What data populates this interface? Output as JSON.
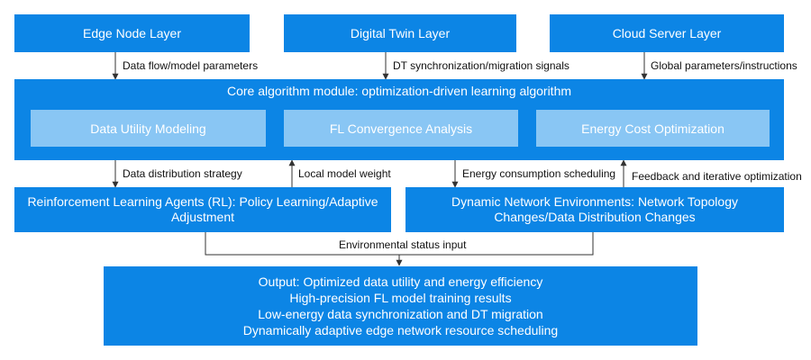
{
  "layers": {
    "edge": "Edge Node Layer",
    "twin": "Digital Twin Layer",
    "cloud": "Cloud Server Layer"
  },
  "top_arrows": {
    "edge": "Data flow/model parameters",
    "twin": "DT synchronization/migration signals",
    "cloud": "Global parameters/instructions"
  },
  "core": {
    "title": "Core algorithm module: optimization-driven learning algorithm",
    "modules": [
      "Data Utility Modeling",
      "FL Convergence Analysis",
      "Energy Cost Optimization"
    ]
  },
  "mid_arrows": {
    "strategy": "Data distribution strategy",
    "weight": "Local model weight",
    "energy": "Energy consumption scheduling",
    "feedback": "Feedback and iterative optimization"
  },
  "rl_box": [
    "Reinforcement Learning Agents (RL): Policy Learning/Adaptive",
    "Adjustment"
  ],
  "env_box": [
    "Dynamic Network Environments: Network Topology",
    "Changes/Data Distribution Changes"
  ],
  "env_status": "Environmental status input",
  "output": [
    "Output: Optimized data utility and energy efficiency",
    "High-precision FL model training results",
    "Low-energy data synchronization and DT migration",
    "Dynamically adaptive edge network resource scheduling"
  ],
  "colors": {
    "box": "#0c85e5",
    "submodule": "#89c6f4",
    "connector": "#333333"
  }
}
